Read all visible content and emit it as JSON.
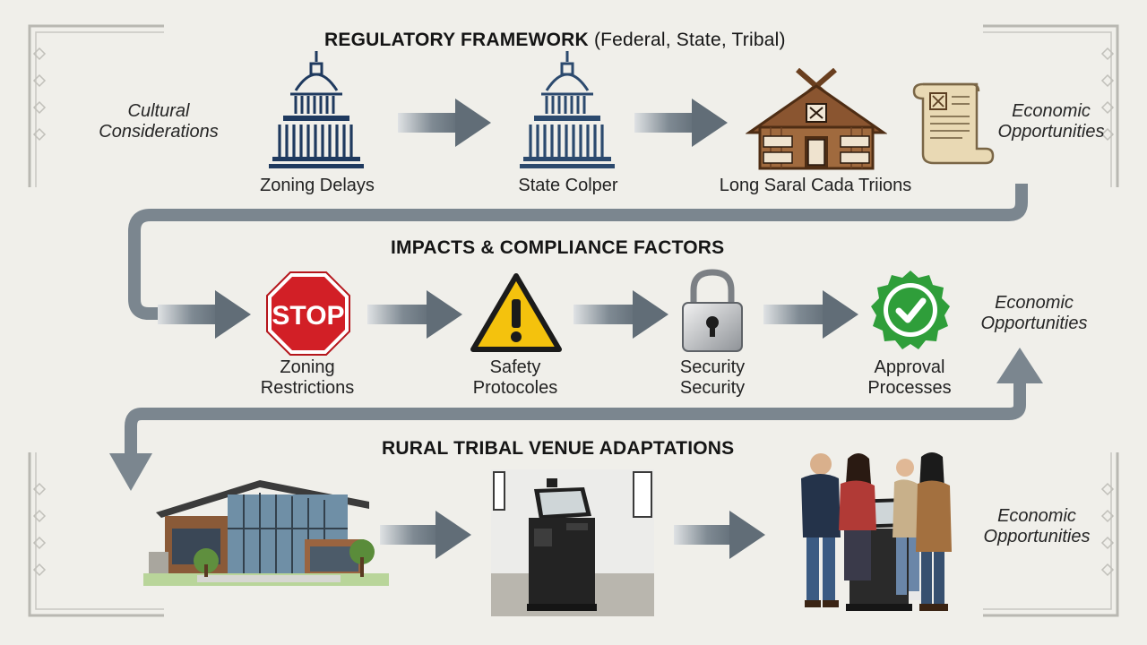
{
  "sections": {
    "regulatory": {
      "title_bold": "REGULATORY FRAMEWORK",
      "title_rest": "(Federal, State, Tribal)",
      "left_note": "Cultural Considerations",
      "right_note": "Economic Opportunities",
      "items": [
        {
          "label": "Zoning Delays",
          "icon": "capitol-dome-icon"
        },
        {
          "label": "State Colper",
          "icon": "capitol-dome-icon"
        },
        {
          "label": "Long Saral Cada Triions",
          "icon": "tribal-longhouse-icon"
        }
      ],
      "scroll_icon": "parchment-scroll-icon"
    },
    "impacts": {
      "title": "IMPACTS & COMPLIANCE FACTORS",
      "right_note": "Economic Opportunities",
      "items": [
        {
          "label_line1": "Zoning",
          "label_line2": "Restrictions",
          "icon": "stop-sign-icon",
          "sign_text": "STOP"
        },
        {
          "label_line1": "Safety",
          "label_line2": "Protocoles",
          "icon": "warning-triangle-icon"
        },
        {
          "label_line1": "Security",
          "label_line2": "Security",
          "icon": "padlock-icon"
        },
        {
          "label_line1": "Approval",
          "label_line2": "Processes",
          "icon": "approval-check-badge-icon"
        }
      ]
    },
    "rural": {
      "title": "RURAL TRIBAL VENUE ADAPTATIONS",
      "right_note": "Economic Opportunities",
      "images": [
        "venue-building-image",
        "gaming-kiosk-image",
        "people-at-kiosk-image"
      ]
    }
  },
  "colors": {
    "background": "#f0efea",
    "arrow": "#6f7b85",
    "flow_band": "#7b868f",
    "capitol_blue": "#1f3a5f",
    "stop_red": "#d21f26",
    "warning_yellow": "#f4c20d",
    "approval_green": "#2f9e3a",
    "wood_brown": "#7a4a26"
  }
}
